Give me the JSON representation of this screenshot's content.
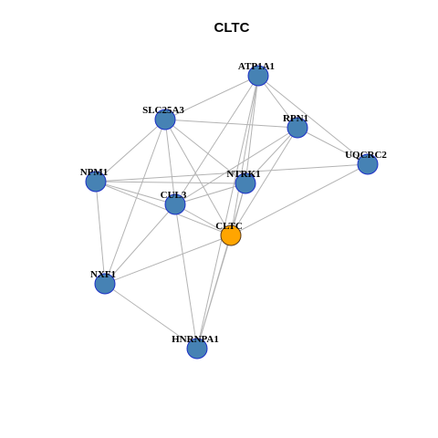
{
  "title": "CLTC",
  "colors": {
    "background": "#ffffff",
    "edge": "#b3b3b3",
    "node_fill": "#4682b4",
    "node_stroke": "#1c2fc7",
    "hub_fill": "#ffa500",
    "hub_stroke": "#5a3a1a"
  },
  "nodes": [
    {
      "id": "ATP1A1",
      "label": "ATP1A1",
      "hub": false
    },
    {
      "id": "SLC25A3",
      "label": "SLC25A3",
      "hub": false
    },
    {
      "id": "RPN1",
      "label": "RPN1",
      "hub": false
    },
    {
      "id": "UQCRC2",
      "label": "UQCRC2",
      "hub": false
    },
    {
      "id": "NPM1",
      "label": "NPM1",
      "hub": false
    },
    {
      "id": "NTRK1",
      "label": "NTRK1",
      "hub": false
    },
    {
      "id": "CUL3",
      "label": "CUL3",
      "hub": false
    },
    {
      "id": "CLTC",
      "label": "CLTC",
      "hub": true
    },
    {
      "id": "NXF1",
      "label": "NXF1",
      "hub": false
    },
    {
      "id": "HNRNPA1",
      "label": "HNRNPA1",
      "hub": false
    }
  ],
  "edges": [
    [
      "ATP1A1",
      "SLC25A3"
    ],
    [
      "ATP1A1",
      "RPN1"
    ],
    [
      "ATP1A1",
      "UQCRC2"
    ],
    [
      "ATP1A1",
      "NTRK1"
    ],
    [
      "ATP1A1",
      "CUL3"
    ],
    [
      "ATP1A1",
      "CLTC"
    ],
    [
      "ATP1A1",
      "HNRNPA1"
    ],
    [
      "SLC25A3",
      "RPN1"
    ],
    [
      "SLC25A3",
      "NPM1"
    ],
    [
      "SLC25A3",
      "NTRK1"
    ],
    [
      "SLC25A3",
      "CUL3"
    ],
    [
      "SLC25A3",
      "CLTC"
    ],
    [
      "SLC25A3",
      "NXF1"
    ],
    [
      "RPN1",
      "UQCRC2"
    ],
    [
      "RPN1",
      "NTRK1"
    ],
    [
      "RPN1",
      "CUL3"
    ],
    [
      "RPN1",
      "CLTC"
    ],
    [
      "UQCRC2",
      "NPM1"
    ],
    [
      "UQCRC2",
      "CLTC"
    ],
    [
      "NPM1",
      "NTRK1"
    ],
    [
      "NPM1",
      "CUL3"
    ],
    [
      "NPM1",
      "CLTC"
    ],
    [
      "NPM1",
      "NXF1"
    ],
    [
      "NTRK1",
      "CUL3"
    ],
    [
      "NTRK1",
      "CLTC"
    ],
    [
      "NTRK1",
      "HNRNPA1"
    ],
    [
      "CUL3",
      "CLTC"
    ],
    [
      "CUL3",
      "NXF1"
    ],
    [
      "CUL3",
      "HNRNPA1"
    ],
    [
      "CLTC",
      "NXF1"
    ],
    [
      "CLTC",
      "HNRNPA1"
    ],
    [
      "NXF1",
      "HNRNPA1"
    ]
  ]
}
